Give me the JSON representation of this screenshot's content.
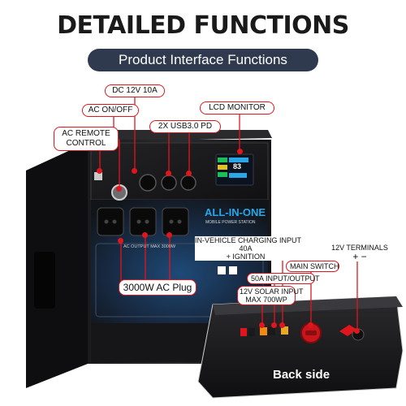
{
  "header": {
    "title": "DETAILED FUNCTIONS",
    "subtitle": "Product Interface Functions"
  },
  "callouts": {
    "dc": "DC 12V 10A",
    "ac_onoff": "AC ON/OFF",
    "lcd": "LCD MONITOR",
    "usb": "2X USB3.0 PD",
    "ac_remote_1": "AC REMOTE",
    "ac_remote_2": "CONTROL",
    "ac_plug": "3000W  AC Plug",
    "in_vehicle_1": "IN-VEHICLE CHARGING INPUT",
    "in_vehicle_2": "40A",
    "in_vehicle_3": "+ IGNITION",
    "terminals_1": "12V TERMINALS",
    "terminals_2": "+ −",
    "main_switch": "MAIN SWITCH",
    "io_50a": "50A INPUT/OUTPUT",
    "solar_1": "12V SOLAR INPUT",
    "solar_2": "MAX 700WP",
    "back_side": "Back side"
  },
  "device": {
    "brand_1": "ALL-IN-ONE",
    "brand_2": "MOBILE POWER STATION",
    "ac_output_text": "AC OUTPUT MAX 3000W",
    "screen_value": "83"
  },
  "colors": {
    "accent": "#e0161d",
    "pill": "#2f3a4e",
    "brand_blue": "#2aa6e8"
  }
}
